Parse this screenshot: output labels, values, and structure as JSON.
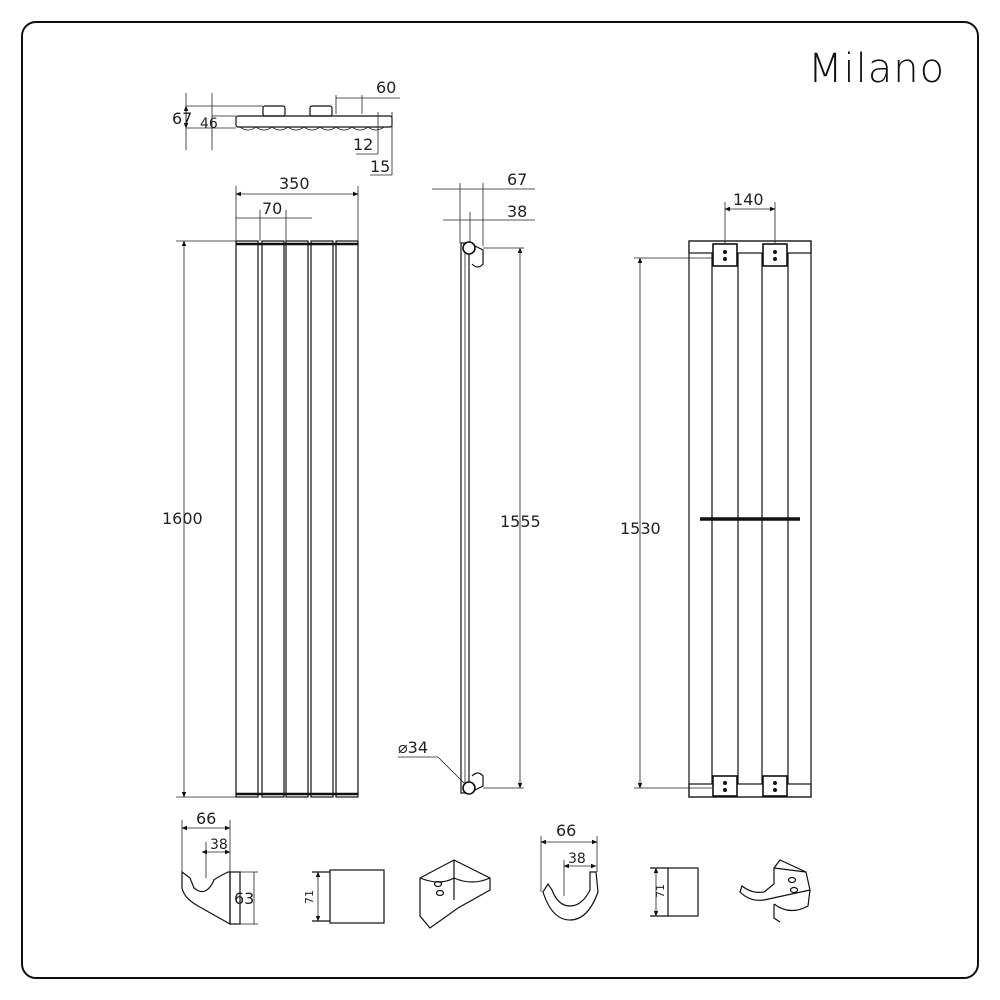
{
  "brand": "Milano",
  "top_view": {
    "dims": [
      "67",
      "46",
      "60",
      "12",
      "15"
    ]
  },
  "front_view": {
    "width_total": "350",
    "column_pitch": "70",
    "height_total": "1600"
  },
  "side_view": {
    "depth_total": "67",
    "depth_column": "38",
    "height_connections": "1555",
    "pipe_diameter": "⌀34"
  },
  "back_view": {
    "bracket_spacing": "140",
    "bracket_height": "1530"
  },
  "bracket_left": {
    "width": "66",
    "inner": "38",
    "height": "63",
    "depth": "71"
  },
  "bracket_right": {
    "width": "66",
    "inner": "38",
    "depth": "71"
  }
}
